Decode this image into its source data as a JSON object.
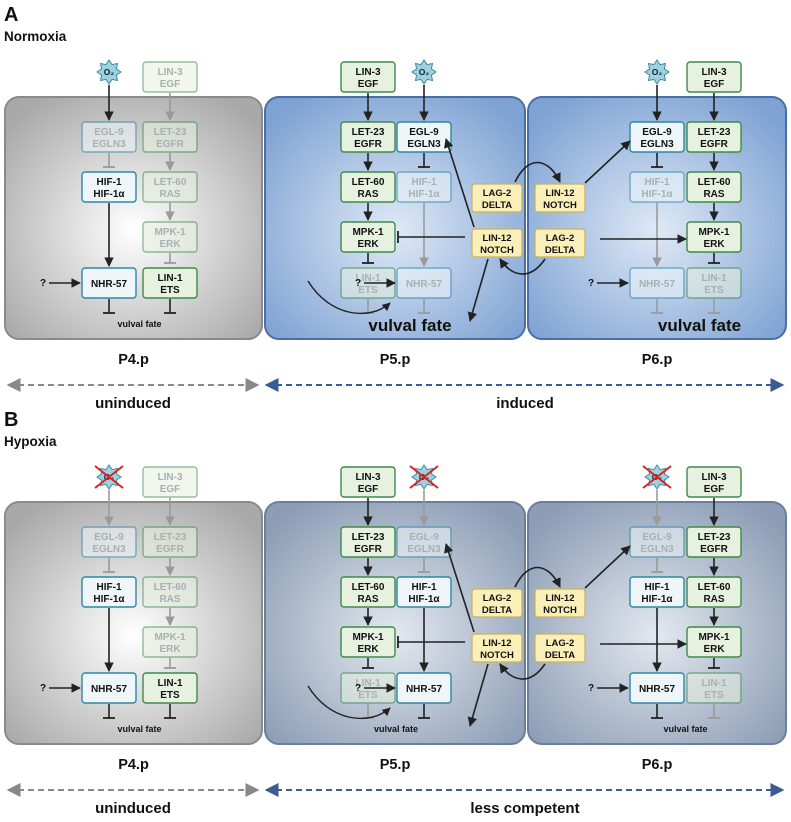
{
  "panels": [
    {
      "letter": "A",
      "condition": "Normoxia",
      "o2_label": "O₂",
      "o2_blocked": false,
      "cells": [
        {
          "name": "P4.p",
          "nodes": {
            "lin3": {
              "l1": "LIN-3",
              "l2": "EGF",
              "faded": true
            },
            "egl9": {
              "l1": "EGL-9",
              "l2": "EGLN3",
              "faded": true
            },
            "let23": {
              "l1": "LET-23",
              "l2": "EGFR",
              "faded": true
            },
            "hif1": {
              "l1": "HIF-1",
              "l2": "HIF-1α",
              "faded": false
            },
            "let60": {
              "l1": "LET-60",
              "l2": "RAS",
              "faded": true
            },
            "mpk1": {
              "l1": "MPK-1",
              "l2": "ERK",
              "faded": true
            },
            "nhr57": {
              "l1": "NHR-57",
              "l2": "",
              "faded": false
            },
            "lin1": {
              "l1": "LIN-1",
              "l2": "ETS",
              "faded": false
            }
          },
          "question": "?",
          "fate": "vulval fate"
        },
        {
          "name": "P5.p",
          "nodes": {
            "lin3": {
              "l1": "LIN-3",
              "l2": "EGF",
              "faded": false
            },
            "egl9": {
              "l1": "EGL-9",
              "l2": "EGLN3",
              "faded": false
            },
            "let23": {
              "l1": "LET-23",
              "l2": "EGFR",
              "faded": false
            },
            "hif1": {
              "l1": "HIF-1",
              "l2": "HIF-1α",
              "faded": true
            },
            "let60": {
              "l1": "LET-60",
              "l2": "RAS",
              "faded": false
            },
            "mpk1": {
              "l1": "MPK-1",
              "l2": "ERK",
              "faded": false
            },
            "nhr57": {
              "l1": "NHR-57",
              "l2": "",
              "faded": true
            },
            "lin1": {
              "l1": "LIN-1",
              "l2": "ETS",
              "faded": true
            }
          },
          "question": "?",
          "fate": "vulval fate"
        },
        {
          "name": "P6.p",
          "nodes": {
            "lin3": {
              "l1": "LIN-3",
              "l2": "EGF",
              "faded": false
            },
            "egl9": {
              "l1": "EGL-9",
              "l2": "EGLN3",
              "faded": false
            },
            "let23": {
              "l1": "LET-23",
              "l2": "EGFR",
              "faded": false
            },
            "hif1": {
              "l1": "HIF-1",
              "l2": "HIF-1α",
              "faded": true
            },
            "let60": {
              "l1": "LET-60",
              "l2": "RAS",
              "faded": false
            },
            "mpk1": {
              "l1": "MPK-1",
              "l2": "ERK",
              "faded": false
            },
            "nhr57": {
              "l1": "NHR-57",
              "l2": "",
              "faded": true
            },
            "lin1": {
              "l1": "LIN-1",
              "l2": "ETS",
              "faded": true
            }
          },
          "question": "?",
          "fate": "vulval fate"
        }
      ],
      "notch_p5": {
        "top": [
          "LAG-2",
          "DELTA"
        ],
        "bottom": [
          "LIN-12",
          "NOTCH"
        ]
      },
      "notch_p6": {
        "top": [
          "LIN-12",
          "NOTCH"
        ],
        "bottom": [
          "LAG-2",
          "DELTA"
        ]
      },
      "range_left": "uninduced",
      "range_right": "induced"
    },
    {
      "letter": "B",
      "condition": "Hypoxia",
      "o2_label": "O₂",
      "o2_blocked": true,
      "cells": [
        {
          "name": "P4.p",
          "nodes": {
            "lin3": {
              "l1": "LIN-3",
              "l2": "EGF",
              "faded": true
            },
            "egl9": {
              "l1": "EGL-9",
              "l2": "EGLN3",
              "faded": true
            },
            "let23": {
              "l1": "LET-23",
              "l2": "EGFR",
              "faded": true
            },
            "hif1": {
              "l1": "HIF-1",
              "l2": "HIF-1α",
              "faded": false
            },
            "let60": {
              "l1": "LET-60",
              "l2": "RAS",
              "faded": true
            },
            "mpk1": {
              "l1": "MPK-1",
              "l2": "ERK",
              "faded": true
            },
            "nhr57": {
              "l1": "NHR-57",
              "l2": "",
              "faded": false
            },
            "lin1": {
              "l1": "LIN-1",
              "l2": "ETS",
              "faded": false
            }
          },
          "question": "?",
          "fate": "vulval fate"
        },
        {
          "name": "P5.p",
          "nodes": {
            "lin3": {
              "l1": "LIN-3",
              "l2": "EGF",
              "faded": false
            },
            "egl9": {
              "l1": "EGL-9",
              "l2": "EGLN3",
              "faded": true
            },
            "let23": {
              "l1": "LET-23",
              "l2": "EGFR",
              "faded": false
            },
            "hif1": {
              "l1": "HIF-1",
              "l2": "HIF-1α",
              "faded": false
            },
            "let60": {
              "l1": "LET-60",
              "l2": "RAS",
              "faded": false
            },
            "mpk1": {
              "l1": "MPK-1",
              "l2": "ERK",
              "faded": false
            },
            "nhr57": {
              "l1": "NHR-57",
              "l2": "",
              "faded": false
            },
            "lin1": {
              "l1": "LIN-1",
              "l2": "ETS",
              "faded": true
            }
          },
          "question": "?",
          "fate": "vulval fate"
        },
        {
          "name": "P6.p",
          "nodes": {
            "lin3": {
              "l1": "LIN-3",
              "l2": "EGF",
              "faded": false
            },
            "egl9": {
              "l1": "EGL-9",
              "l2": "EGLN3",
              "faded": true
            },
            "let23": {
              "l1": "LET-23",
              "l2": "EGFR",
              "faded": false
            },
            "hif1": {
              "l1": "HIF-1",
              "l2": "HIF-1α",
              "faded": false
            },
            "let60": {
              "l1": "LET-60",
              "l2": "RAS",
              "faded": false
            },
            "mpk1": {
              "l1": "MPK-1",
              "l2": "ERK",
              "faded": false
            },
            "nhr57": {
              "l1": "NHR-57",
              "l2": "",
              "faded": false
            },
            "lin1": {
              "l1": "LIN-1",
              "l2": "ETS",
              "faded": true
            }
          },
          "question": "?",
          "fate": "vulval fate"
        }
      ],
      "notch_p5": {
        "top": [
          "LAG-2",
          "DELTA"
        ],
        "bottom": [
          "LIN-12",
          "NOTCH"
        ]
      },
      "notch_p6": {
        "top": [
          "LIN-12",
          "NOTCH"
        ],
        "bottom": [
          "LAG-2",
          "DELTA"
        ]
      },
      "range_left": "uninduced",
      "range_right": "less competent"
    }
  ],
  "colors": {
    "gray_bg": "#cfcfcf",
    "blue_bg": "#a9c3e3",
    "slate_bg": "#aab7c8",
    "egf_fill": "#e6f1e0",
    "egf_edge": "#3f8a4a",
    "hif_fill": "#eef6fa",
    "hif_edge": "#2f86a6",
    "notch_fill": "#fbefb9",
    "notch_edge": "#c9b25a",
    "arrow_gray": "#888888",
    "arrow_blue": "#3a5b93"
  }
}
